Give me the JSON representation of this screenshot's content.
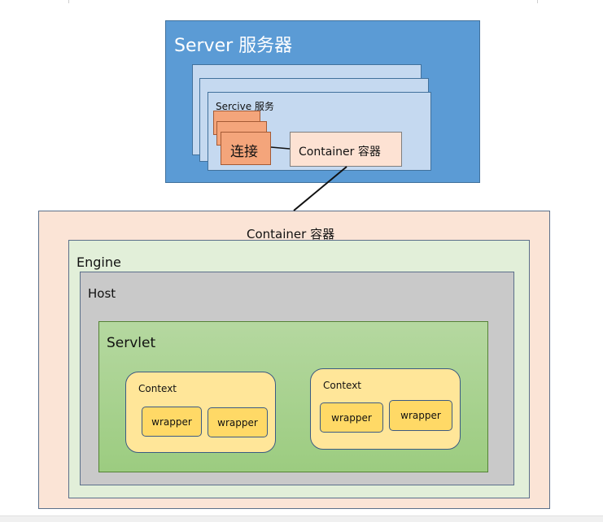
{
  "server": {
    "title": "Server 服务器"
  },
  "service": {
    "label": "Sercive 服务"
  },
  "connector": {
    "label": "连接"
  },
  "service_container": {
    "label": "Container 容器"
  },
  "container": {
    "title": "Container 容器"
  },
  "engine": {
    "title": "Engine"
  },
  "host": {
    "title": "Host"
  },
  "servlet": {
    "title": "Servlet"
  },
  "contexts": [
    {
      "title": "Context",
      "wrappers": [
        "wrapper",
        "wrapper"
      ]
    },
    {
      "title": "Context",
      "wrappers": [
        "wrapper",
        "wrapper"
      ]
    }
  ],
  "colors": {
    "server": "#5b9bd5",
    "service": "#c5d9f0",
    "connector": "#f4a57b",
    "container": "#fbe4d6",
    "engine": "#e2efd9",
    "host": "#c9c9c9",
    "servlet": "#a9d18e",
    "context": "#ffe699",
    "wrapper": "#ffd966"
  }
}
